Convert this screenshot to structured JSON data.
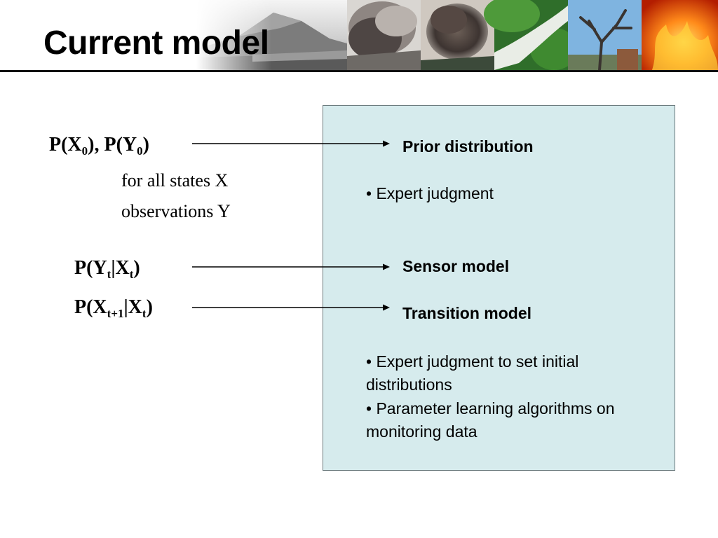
{
  "title": "Current model",
  "formulas": {
    "prior": {
      "p1": "P(X",
      "s1": "0",
      "p2": "), P(Y",
      "s2": "0",
      "p3": ")"
    },
    "prior_note_1": "for all states X",
    "prior_note_2": "observations Y",
    "sensor": {
      "p1": "P(Y",
      "s1": "t",
      "p2": "|X",
      "s2": "t",
      "p3": ")"
    },
    "transition": {
      "p1": "P(X",
      "s1": "t+1",
      "p2": "|X",
      "s2": "t",
      "p3": ")"
    }
  },
  "panel": {
    "prior_heading": "Prior distribution",
    "prior_bullet": "• Expert judgment",
    "sensor_heading": "Sensor model",
    "transition_heading": "Transition model",
    "bullet_1": "• Expert judgment to set initial distributions",
    "bullet_2": "• Parameter learning algorithms on monitoring data"
  },
  "colors": {
    "panel_bg": "#d6ebed",
    "panel_border": "#6b7a7d",
    "rule": "#111111"
  },
  "banner_images": [
    "volcano-landscape-photo",
    "ash-plume-photo",
    "eruption-column-photo",
    "lahar-river-photo",
    "dead-tree-photo",
    "lava-fire-photo"
  ]
}
